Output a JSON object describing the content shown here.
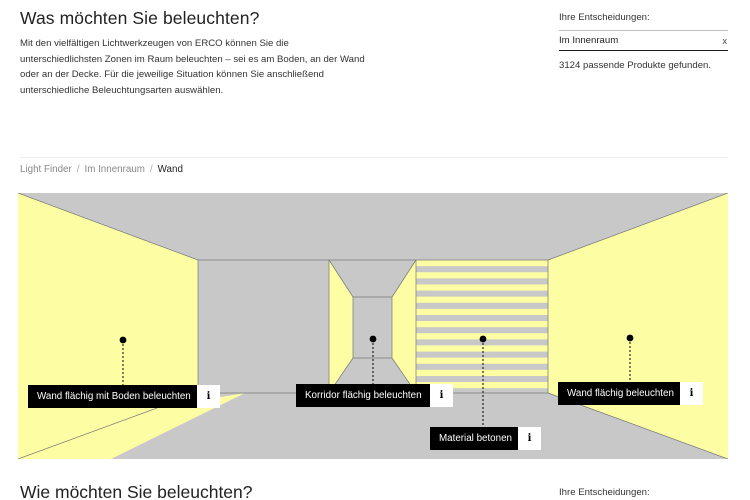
{
  "header": {
    "title": "Was möchten Sie beleuchten?",
    "intro": "Mit den vielfältigen Lichtwerkzeugen von ERCO können Sie die unterschiedlichsten Zonen im Raum beleuchten – sei es am Boden, an der Wand oder an der Decke. Für die jeweilige Situation können Sie anschließend unterschiedliche Beleuchtungsarten auswählen."
  },
  "decisions": {
    "heading": "Ihre Entscheidungen:",
    "chip_label": "Im Innenraum",
    "chip_remove": "x",
    "result_count": "3124 passende Produkte gefunden."
  },
  "breadcrumb": {
    "items": [
      "Light Finder",
      "Im Innenraum",
      "Wand"
    ],
    "separator": "/"
  },
  "scene": {
    "colors": {
      "wall_lit": "#fdfda4",
      "gray": "#c8c8c8",
      "line": "#777777"
    },
    "hotspots": [
      {
        "label": "Wand flächig mit Boden beleuchten",
        "info": "i"
      },
      {
        "label": "Korridor flächig beleuchten",
        "info": "i"
      },
      {
        "label": "Material betonen",
        "info": "i"
      },
      {
        "label": "Wand flächig beleuchten",
        "info": "i"
      }
    ]
  },
  "section2": {
    "title": "Wie möchten Sie beleuchten?",
    "decisions_heading": "Ihre Entscheidungen:"
  }
}
